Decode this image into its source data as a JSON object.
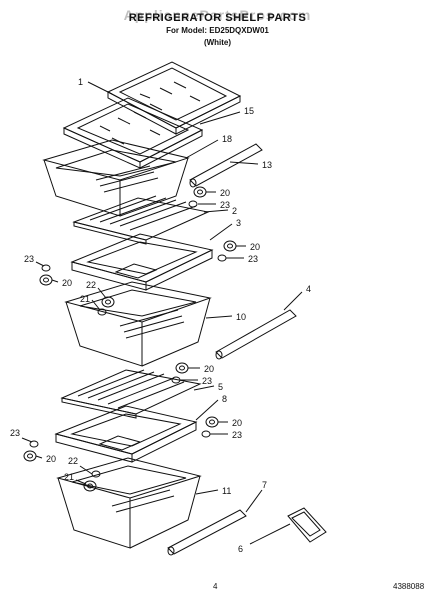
{
  "header": {
    "watermark": "AppliancePartsPros.com",
    "title": "REFRIGERATOR SHELF PARTS",
    "model": "For Model: ED25DQXDW01",
    "color": "(White)"
  },
  "footer": {
    "page_number": "4",
    "document_number": "4388088"
  },
  "callouts": [
    "1",
    "15",
    "18",
    "13",
    "20",
    "23",
    "2",
    "3",
    "20",
    "23",
    "23",
    "20",
    "22",
    "21",
    "4",
    "10",
    "20",
    "23",
    "5",
    "8",
    "20",
    "23",
    "23",
    "20",
    "22",
    "21",
    "11",
    "7",
    "6"
  ]
}
